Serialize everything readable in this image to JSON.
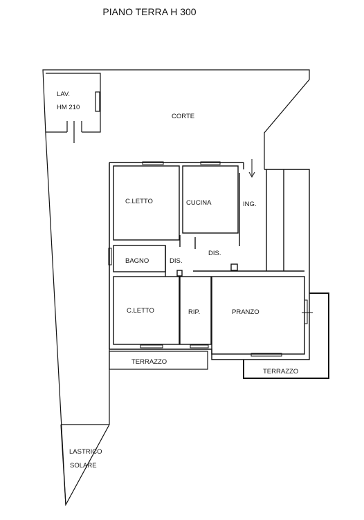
{
  "title": "PIANO TERRA H 300",
  "rooms": {
    "lav": "LAV.",
    "lav_height": "HM 210",
    "corte": "CORTE",
    "c_letto_top": "C.LETTO",
    "cucina": "CUCINA",
    "ing": "ING.",
    "bagno": "BAGNO",
    "dis_left": "DIS.",
    "dis_right": "DIS.",
    "c_letto_bottom": "C.LETTO",
    "rip": "RIP.",
    "pranzo": "PRANZO",
    "terrazzo_left": "TERRAZZO",
    "terrazzo_right": "TERRAZZO",
    "lastrico": "LASTRICO",
    "solare": "SOLARE"
  },
  "colors": {
    "ink": "#111111",
    "background": "#ffffff"
  }
}
